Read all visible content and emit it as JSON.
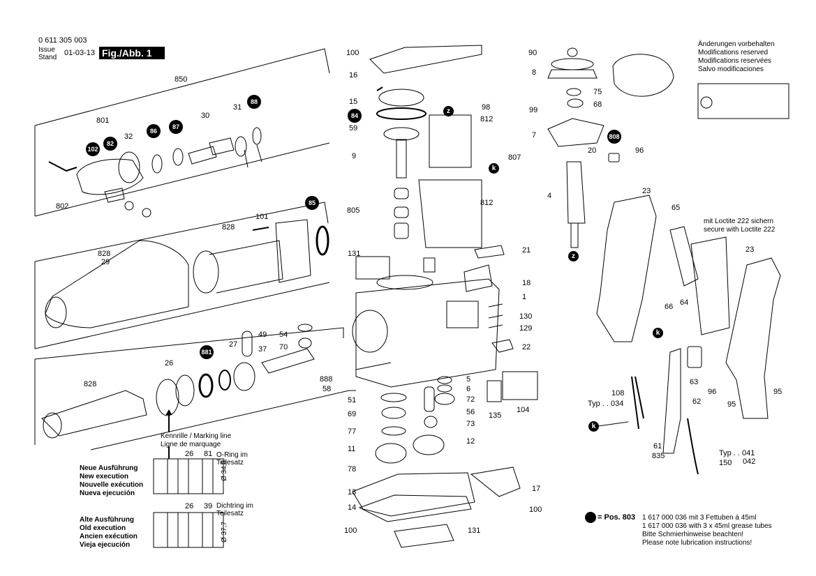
{
  "header": {
    "part_number": "0 611 305 003",
    "issue": "Issue",
    "stand": "Stand",
    "date": "01-03-13",
    "figure": "Fig./Abb. 1"
  },
  "modifications": [
    "Änderungen vorbehalten",
    "Modifications reserved",
    "Modifications reservées",
    "Salvo modificaciones"
  ],
  "loctite": [
    "mit Loctite 222 sichern",
    "secure with Loctite 222"
  ],
  "marking": [
    "Kennrille / Marking line",
    "Ligne de marquage"
  ],
  "new_execution": [
    "Neue Ausführung",
    "New execution",
    "Nouvelle exécution",
    "Nueva ejecución"
  ],
  "old_execution": [
    "Alte Ausführung",
    "Old execution",
    "Ancien exécution",
    "Vieja ejecución"
  ],
  "oring_note": [
    "O-Ring im",
    "Teilesatz"
  ],
  "dichtring_note": [
    "Dichtring im",
    "Teilesatz"
  ],
  "dim_new": "Ø 34,5",
  "dim_old": "Ø 37,7",
  "pos803": {
    "label": "= Pos. 803",
    "lines": [
      "1 617 000 036 mit 3 Fettuben á 45ml",
      "1 617 000 036 with 3 x 45ml grease tubes",
      "Bitte Schmierhinweise beachten!",
      "Please note lubrication instructions!"
    ]
  },
  "typ034": "Typ . . 034",
  "typ041": "Typ . . 041",
  "typ042": "042",
  "callouts": {
    "c850": "850",
    "c801": "801",
    "c32": "32",
    "c30": "30",
    "c31": "31",
    "c802": "802",
    "c101": "101",
    "c828a": "828",
    "c828b": "828",
    "c29": "29",
    "c49": "49",
    "c54": "54",
    "c70": "70",
    "c27": "27",
    "c37": "37",
    "c26": "26",
    "c828c": "828",
    "c888": "888",
    "c58": "58",
    "c100a": "100",
    "c16": "16",
    "c15": "15",
    "c59": "59",
    "c9": "9",
    "c98": "98",
    "c812a": "812",
    "c807": "807",
    "c812b": "812",
    "c805": "805",
    "c131a": "131",
    "c21": "21",
    "c18": "18",
    "c1": "1",
    "c130": "130",
    "c129": "129",
    "c22": "22",
    "c5": "5",
    "c6": "6",
    "c72": "72",
    "c51": "51",
    "c69": "69",
    "c56": "56",
    "c77": "77",
    "c73": "73",
    "c11": "11",
    "c12": "12",
    "c135": "135",
    "c104": "104",
    "c78": "78",
    "c13": "13",
    "c17": "17",
    "c14": "14",
    "c100b": "100",
    "c100c": "100",
    "c131b": "131",
    "c90": "90",
    "c8": "8",
    "c75": "75",
    "c99": "99",
    "c68": "68",
    "c7": "7",
    "c20": "20",
    "c96a": "96",
    "c4": "4",
    "c23a": "23",
    "c65": "65",
    "c23b": "23",
    "c66": "66",
    "c64": "64",
    "c63": "63",
    "c96b": "96",
    "c95a": "95",
    "c95b": "95",
    "c108": "108",
    "c62": "62",
    "c61": "61",
    "c835": "835",
    "c150": "150",
    "c26n": "26",
    "c81": "81",
    "c26o": "26",
    "c39": "39"
  },
  "dots": {
    "d102": "102",
    "d82": "82",
    "d86": "86",
    "d87": "87",
    "d88": "88",
    "d85": "85",
    "d881": "881",
    "d84": "84",
    "d808": "808",
    "dz1": "z",
    "dz2": "z",
    "dk1": "k",
    "dk2": "k",
    "dk3": "k"
  }
}
